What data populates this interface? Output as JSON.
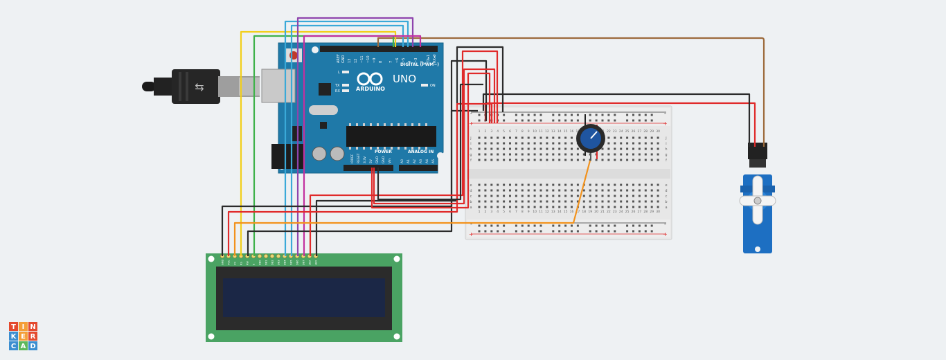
{
  "arduino": {
    "brand": "ARDUINO",
    "model": "UNO",
    "digital_header": "DIGITAL (PWM~)",
    "power_header": "POWER",
    "analog_header": "ANALOG IN",
    "led_l": "L",
    "led_tx": "TX",
    "led_rx": "RX",
    "led_on": "ON",
    "aref": "AREF",
    "gnd": "GND",
    "pin_13": "13",
    "pin_12": "12",
    "pin_11": "~11",
    "pin_10": "~10",
    "pin_9": "~9",
    "pin_8": "8",
    "pin_7": "7",
    "pin_6": "~6",
    "pin_5": "~5",
    "pin_4": "4",
    "pin_3": "~3",
    "pin_2": "2",
    "pin_1": "TX▸1",
    "pin_0": "RX◂0",
    "ioref": "IOREF",
    "reset": "RESET",
    "v33": "3.3V",
    "v5": "5V",
    "gnd1": "GND",
    "gnd2": "GND",
    "vin": "Vin",
    "a0": "A0",
    "a1": "A1",
    "a2": "A2",
    "a3": "A3",
    "a4": "A4",
    "a5": "A5",
    "color": "#1f79a8"
  },
  "breadboard": {
    "rows_top": [
      "j",
      "i",
      "h",
      "g",
      "f"
    ],
    "rows_bottom": [
      "e",
      "d",
      "c",
      "b",
      "a"
    ],
    "cols": [
      "1",
      "2",
      "3",
      "4",
      "5",
      "6",
      "7",
      "8",
      "9",
      "10",
      "11",
      "12",
      "13",
      "14",
      "15",
      "16",
      "17",
      "18",
      "19",
      "20",
      "21",
      "22",
      "23",
      "24",
      "25",
      "26",
      "27",
      "28",
      "29",
      "30"
    ],
    "rail_minus": "-",
    "rail_plus": "+"
  },
  "lcd": {
    "pins": [
      "GND",
      "VCC",
      "V0",
      "RS",
      "RW",
      "E",
      "DB0",
      "DB1",
      "DB2",
      "DB3",
      "DB4",
      "DB5",
      "DB6",
      "DB7",
      "LED",
      "LED"
    ],
    "board_color": "#4aa363",
    "screen_color": "#1b2746"
  },
  "logo": {
    "letters": [
      "T",
      "I",
      "N",
      "K",
      "E",
      "R",
      "C",
      "A",
      "D"
    ],
    "colors": [
      "#e4492d",
      "#f49e37",
      "#e4492d",
      "#3b8ed0",
      "#f49e37",
      "#e4492d",
      "#3b8ed0",
      "#5cb85c",
      "#3b8ed0"
    ]
  },
  "wire_colors": {
    "red": "#e02a2a",
    "black": "#2b2b2b",
    "yellow": "#f2cf1c",
    "green": "#3fb24a",
    "blue": "#3aa9d8",
    "purple": "#8e44ad",
    "magenta": "#c2309f",
    "orange": "#f2921c",
    "brown": "#9c6a3b"
  }
}
